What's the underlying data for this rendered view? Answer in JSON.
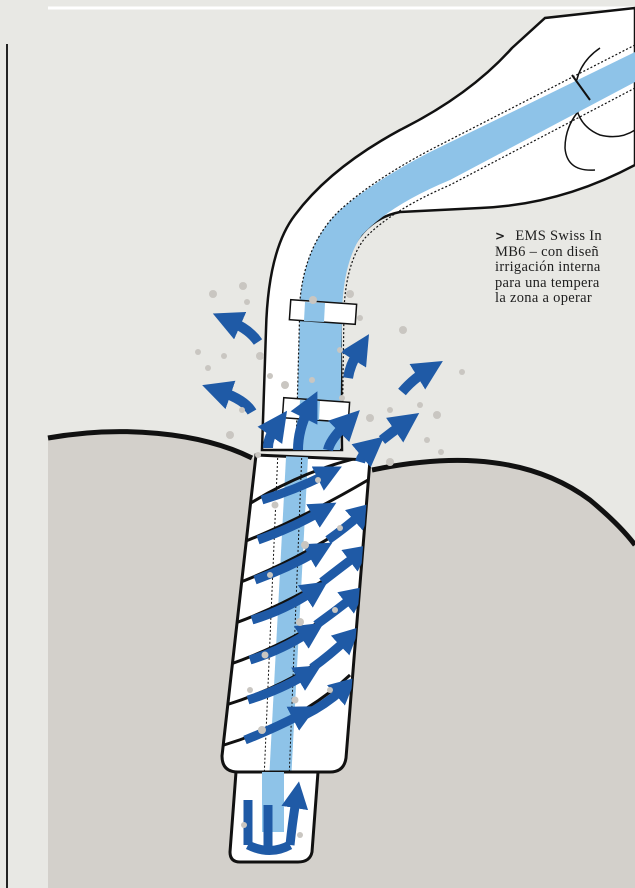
{
  "caption": {
    "marker": ">",
    "lines": [
      "EMS Swiss In",
      "MB6 – con diseñ",
      "irrigación interna",
      "para una tempera",
      "la zona a operar"
    ]
  },
  "colors": {
    "background": "#e8e8e4",
    "bone": "#d3d0cb",
    "irrigation_channel": "#8ec3e8",
    "flow_arrows": "#1f5aa6",
    "debris": "#c9c6c1",
    "outline": "#111111"
  },
  "icons": {
    "flow_arrow": "curved-arrow-icon",
    "debris": "bone-chip-icon"
  }
}
